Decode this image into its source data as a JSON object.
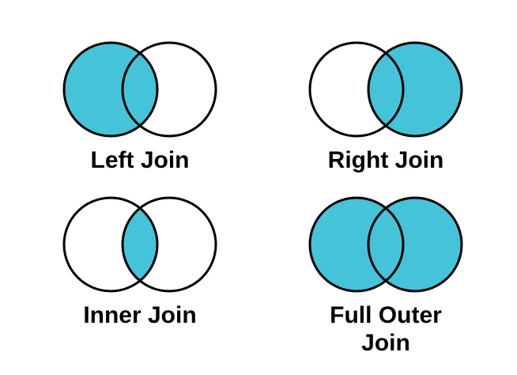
{
  "figure": {
    "description": "SQL join types shown as Venn diagrams",
    "background": "#ffffff"
  },
  "colors": {
    "region_fill": "#45c4d9",
    "circle_stroke": "#000000",
    "label_text": "#000000"
  },
  "diagrams": [
    {
      "id": "left-join",
      "label": "Left Join",
      "filled": {
        "left_circle": true,
        "right_circle": false,
        "intersection": true
      }
    },
    {
      "id": "right-join",
      "label": "Right Join",
      "filled": {
        "left_circle": false,
        "right_circle": true,
        "intersection": true
      }
    },
    {
      "id": "inner-join",
      "label": "Inner Join",
      "filled": {
        "left_circle": false,
        "right_circle": false,
        "intersection": true
      }
    },
    {
      "id": "full-outer-join",
      "label": "Full Outer Join",
      "filled": {
        "left_circle": true,
        "right_circle": true,
        "intersection": true
      }
    }
  ]
}
